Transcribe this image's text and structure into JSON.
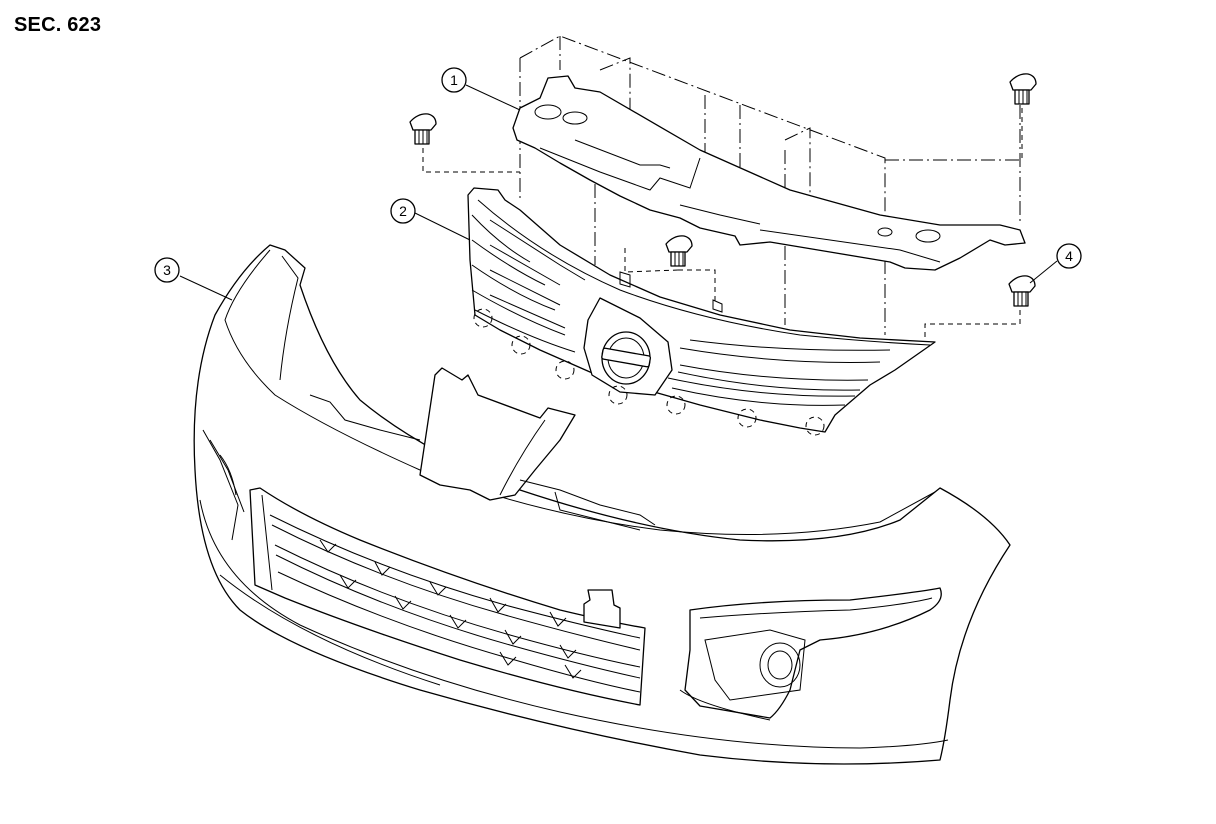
{
  "section": {
    "title": "SEC. 623"
  },
  "callouts": [
    {
      "id": "callout-1",
      "label": "1"
    },
    {
      "id": "callout-2",
      "label": "2"
    },
    {
      "id": "callout-3",
      "label": "3"
    },
    {
      "id": "callout-4",
      "label": "4"
    }
  ],
  "colors": {
    "ink": "#000000",
    "paper": "#ffffff"
  }
}
